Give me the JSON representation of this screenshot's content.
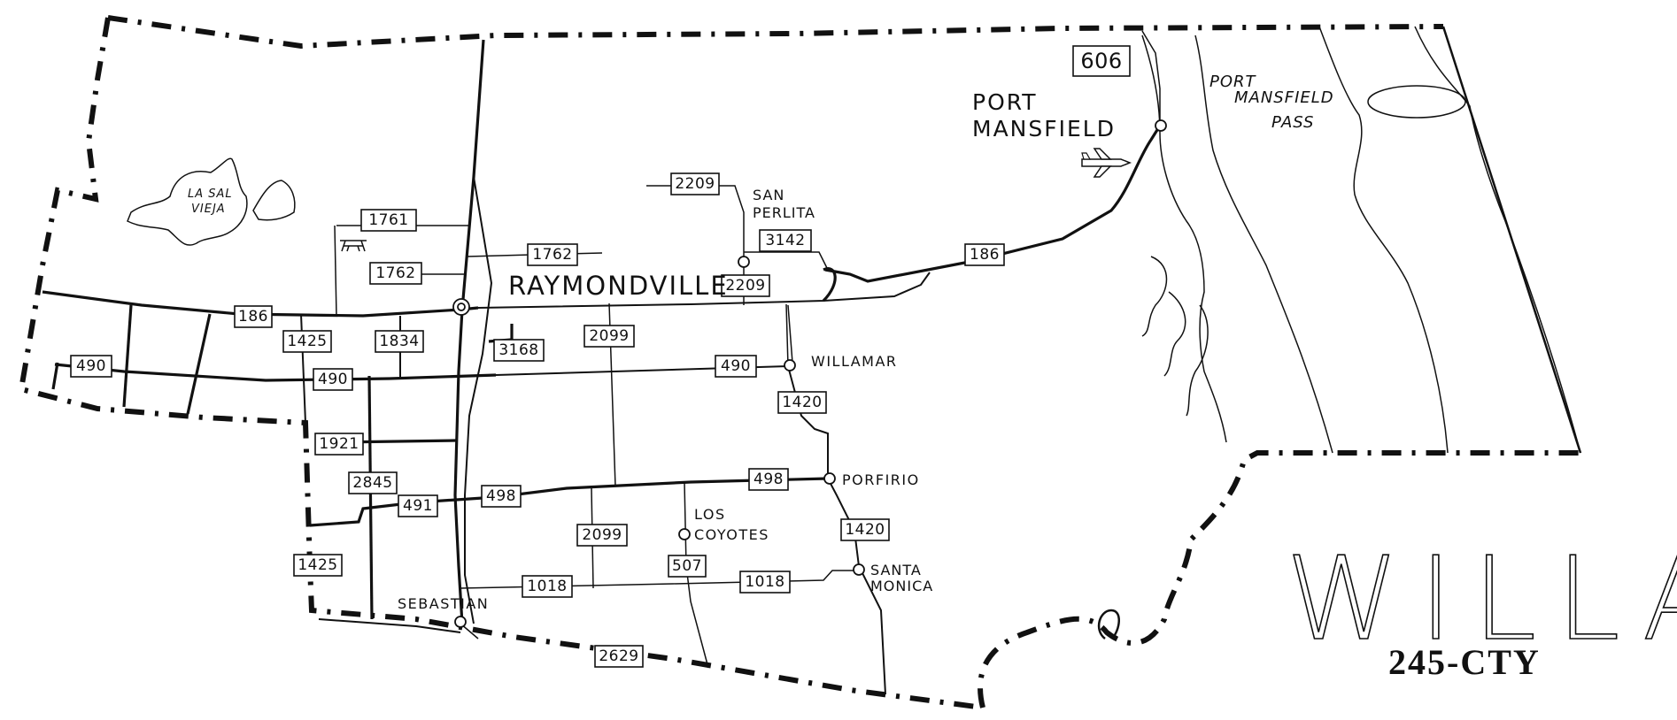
{
  "county": {
    "name": "WILLACY",
    "code": "245-CTY"
  },
  "places": {
    "port_mansfield_line1": "PORT",
    "port_mansfield_line2": "MANSFIELD",
    "port_mansfield_pass_line1": "PORT",
    "port_mansfield_pass_line2": "MANSFIELD",
    "port_mansfield_pass_line3": "PASS",
    "la_sal_vieja_line1": "LA SAL",
    "la_sal_vieja_line2": "VIEJA",
    "san_perlita_line1": "SAN",
    "san_perlita_line2": "PERLITA",
    "raymondville": "RAYMONDVILLE",
    "willamar": "WILLAMAR",
    "porfirio": "PORFIRIO",
    "los_coyotes_line1": "LOS",
    "los_coyotes_line2": "COYOTES",
    "santa_monica_line1": "SANTA",
    "santa_monica_line2": "MONICA",
    "sebastian": "SEBASTIAN"
  },
  "shields": {
    "s606": "606",
    "s1761": "1761",
    "s1762a": "1762",
    "s1762b": "1762",
    "s2209a": "2209",
    "s2209b": "2209",
    "s3142": "3142",
    "s186a": "186",
    "s186b": "186",
    "s1425a": "1425",
    "s1425b": "1425",
    "s1834": "1834",
    "s3168": "3168",
    "s2099a": "2099",
    "s2099b": "2099",
    "s490a": "490",
    "s490b": "490",
    "s490c": "490",
    "s1420a": "1420",
    "s1420b": "1420",
    "s1921": "1921",
    "s2845": "2845",
    "s491": "491",
    "s498a": "498",
    "s498b": "498",
    "s507": "507",
    "s1018a": "1018",
    "s1018b": "1018",
    "s2629": "2629"
  },
  "icons": {
    "airport": "airplane-icon",
    "park": "picnic-table-icon"
  }
}
